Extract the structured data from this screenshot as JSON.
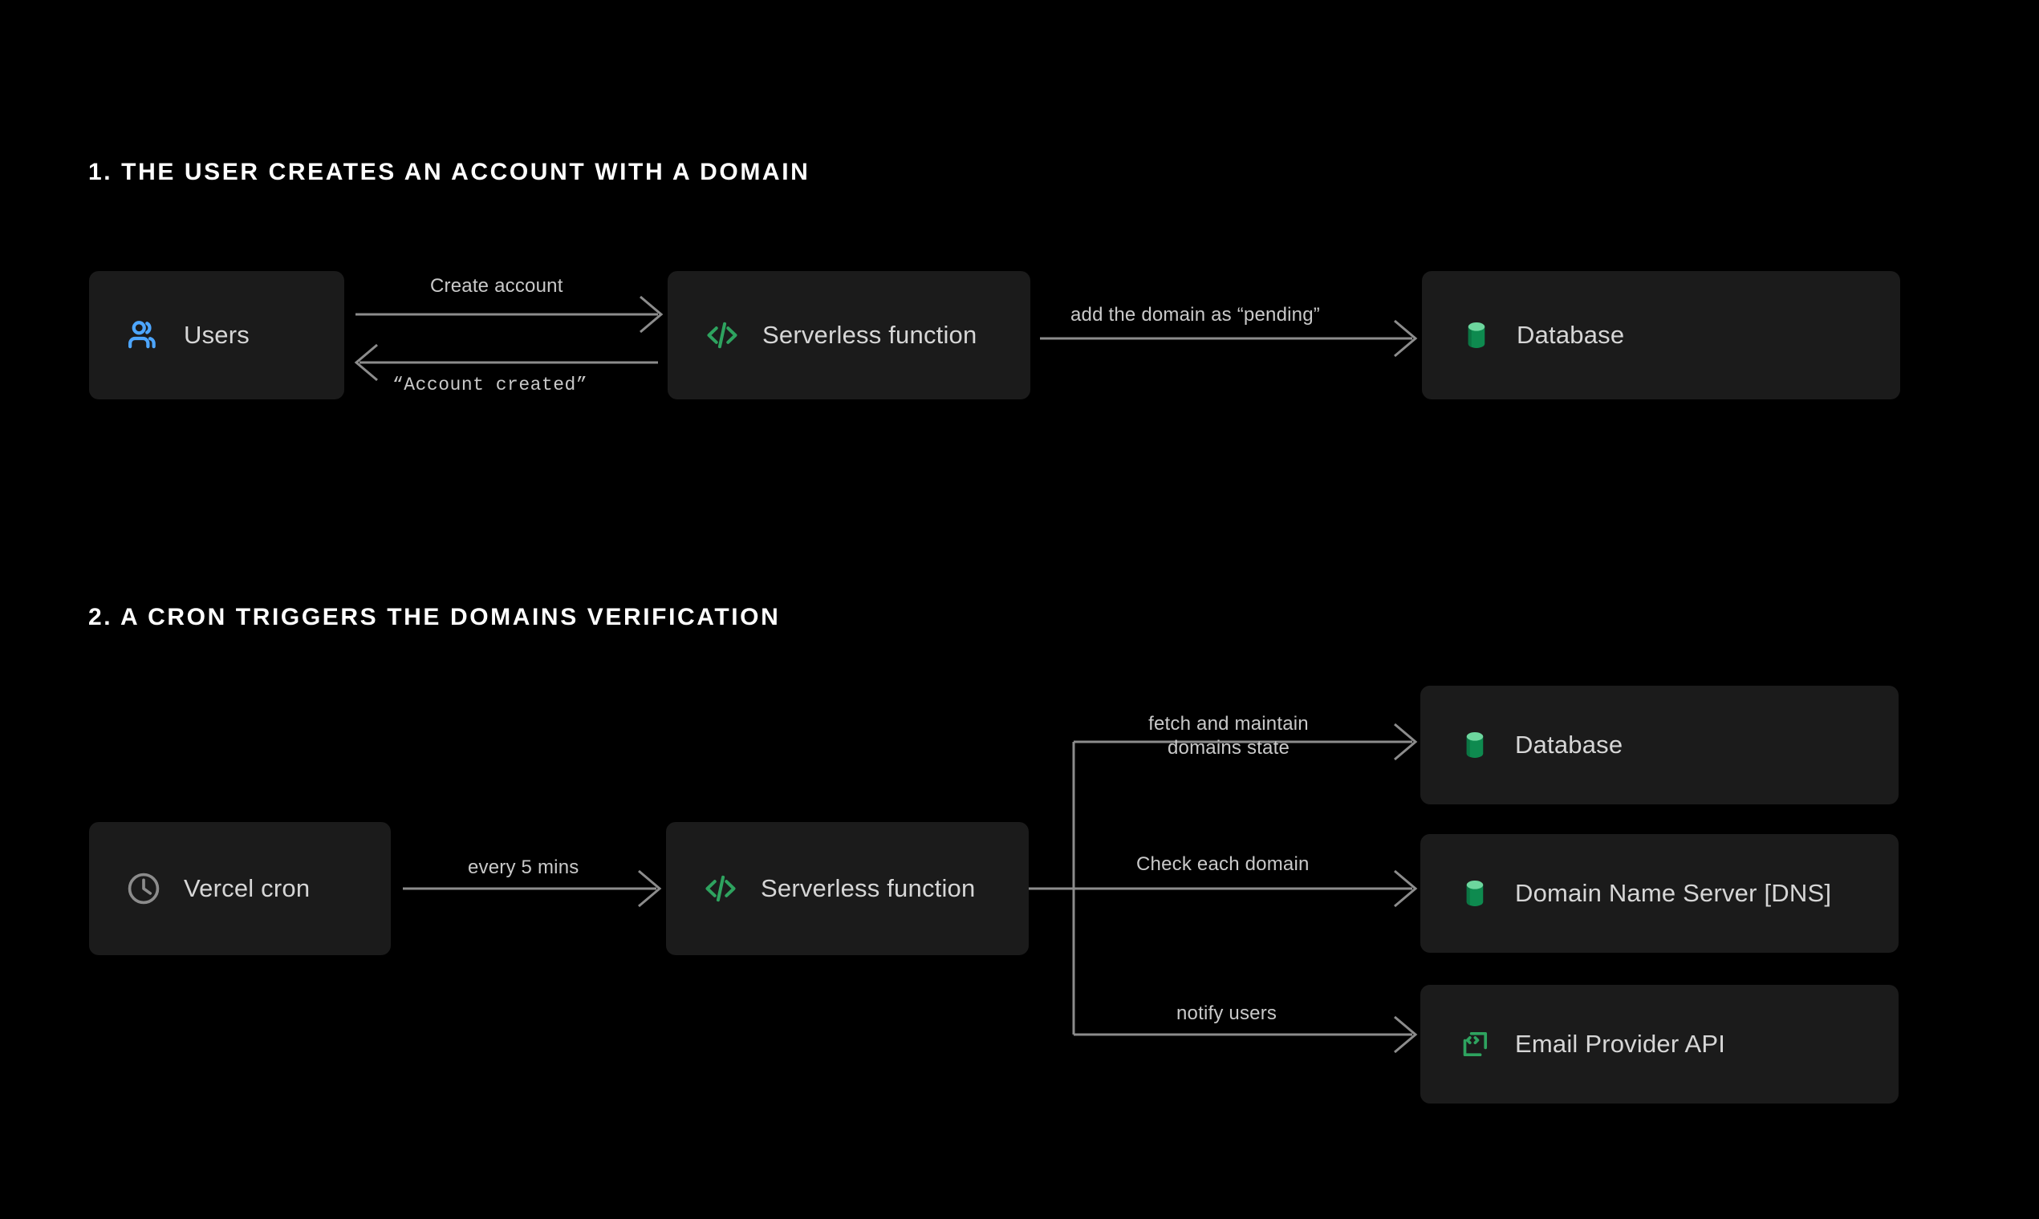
{
  "sections": [
    {
      "heading": "1. THE USER CREATES AN ACCOUNT WITH A DOMAIN",
      "nodes": [
        {
          "label": "Users",
          "icon": "users-icon",
          "icon_color": "#4DA6FF"
        },
        {
          "label": "Serverless function",
          "icon": "code-brackets-icon",
          "icon_color": "#2EA35F"
        },
        {
          "label": "Database",
          "icon": "database-cylinder-icon",
          "icon_color": "#0E8A4F"
        }
      ],
      "edges": [
        {
          "label": "Create account",
          "from": "Users",
          "to": "Serverless function",
          "direction": "right",
          "style": "sans"
        },
        {
          "label": "“Account created”",
          "from": "Serverless function",
          "to": "Users",
          "direction": "left",
          "style": "mono"
        },
        {
          "label": "add the domain as “pending”",
          "from": "Serverless function",
          "to": "Database",
          "direction": "right",
          "style": "sans"
        }
      ]
    },
    {
      "heading": "2. A CRON TRIGGERS THE DOMAINS VERIFICATION",
      "nodes": [
        {
          "label": "Vercel cron",
          "icon": "clock-icon",
          "icon_color": "#8c8c8c"
        },
        {
          "label": "Serverless function",
          "icon": "code-brackets-icon",
          "icon_color": "#2EA35F"
        },
        {
          "label": "Database",
          "icon": "database-cylinder-icon",
          "icon_color": "#0E8A4F"
        },
        {
          "label": "Domain Name Server  [DNS]",
          "icon": "database-cylinder-icon",
          "icon_color": "#0E8A4F"
        },
        {
          "label": "Email Provider API",
          "icon": "api-code-box-icon",
          "icon_color": "#2EA35F"
        }
      ],
      "edges": [
        {
          "label": "every 5 mins",
          "from": "Vercel cron",
          "to": "Serverless function",
          "direction": "right",
          "style": "sans"
        },
        {
          "label_line1": "fetch and maintain",
          "label_line2": "domains state",
          "from": "Serverless function",
          "to": "Database",
          "direction": "right",
          "style": "sans"
        },
        {
          "label": "Check each domain",
          "from": "Serverless function",
          "to": "Domain Name Server  [DNS]",
          "direction": "right",
          "style": "sans"
        },
        {
          "label": "notify users",
          "from": "Serverless function",
          "to": "Email Provider API",
          "direction": "right",
          "style": "sans"
        }
      ]
    }
  ],
  "colors": {
    "background": "#000000",
    "card": "#1b1b1b",
    "text": "#d6d6d6",
    "heading": "#ffffff",
    "wire": "#8c8c8c",
    "accent_blue": "#4DA6FF",
    "accent_green": "#2EA35F",
    "accent_green_dark": "#0E8A4F"
  }
}
